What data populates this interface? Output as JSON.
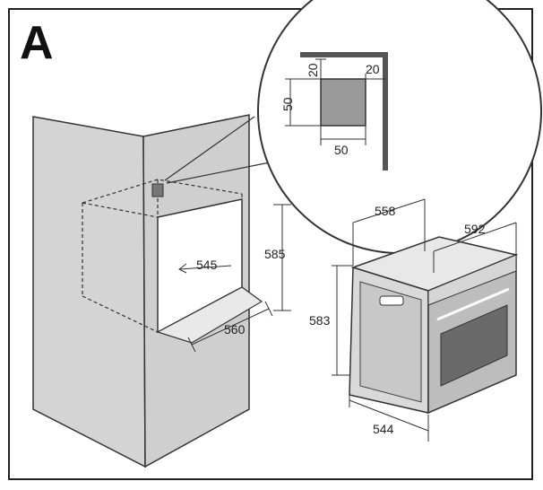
{
  "diagram": {
    "panel_letter": "A",
    "detail": {
      "dim_top": "20",
      "dim_right": "20",
      "dim_side": "50",
      "dim_bottom": "50"
    },
    "cabinet": {
      "depth": "545",
      "height": "585",
      "width": "560"
    },
    "oven": {
      "depth": "558",
      "width": "592",
      "height": "583",
      "front_width": "544"
    }
  }
}
